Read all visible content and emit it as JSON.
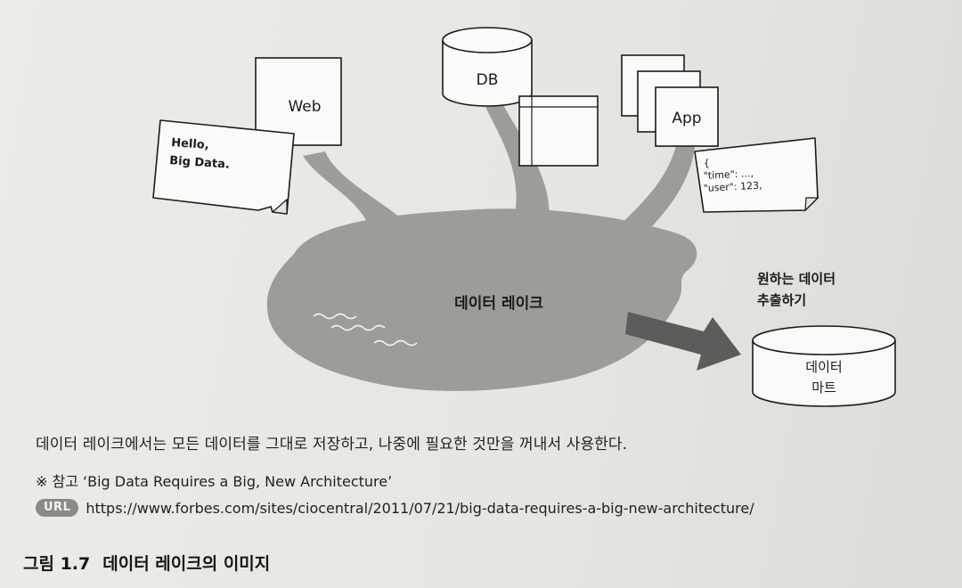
{
  "diagram": {
    "sources": {
      "web": "Web",
      "web_doc_line1": "Hello,",
      "web_doc_line2": "Big Data.",
      "db": "DB",
      "app": "App",
      "app_json_line1": "{",
      "app_json_line2": "\"time\": ...,",
      "app_json_line3": "\"user\": 123,"
    },
    "lake_label": "데이터 레이크",
    "extract_label_line1": "원하는 데이터",
    "extract_label_line2": "추출하기",
    "mart_line1": "데이터",
    "mart_line2": "마트"
  },
  "caption": "데이터 레이크에서는 모든 데이터를 그대로 저장하고, 나중에 필요한 것만을 꺼내서 사용한다.",
  "reference": "※ 참고 ‘Big Data Requires a Big, New Architecture’",
  "url_badge": "URL",
  "url": "https://www.forbes.com/sites/ciocentral/2011/07/21/big-data-requires-a-big-new-architecture/",
  "figure_number": "그림 1.7",
  "figure_title": "데이터 레이크의 이미지",
  "colors": {
    "lake": "#9d9c99",
    "arrow": "#5d5c5a",
    "ink": "#1b1b1b"
  }
}
